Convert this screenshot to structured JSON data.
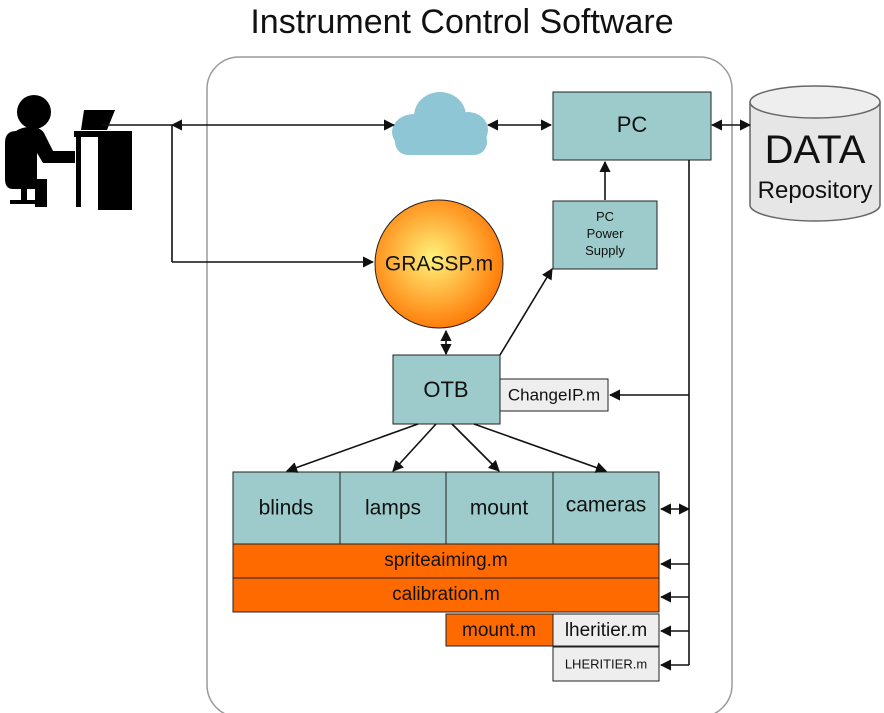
{
  "title": "Instrument Control Software",
  "nodes": {
    "pc": "PC",
    "pc_power_supply": [
      "PC",
      "Power",
      "Supply"
    ],
    "data_repository": {
      "line1": "DATA",
      "line2": "Repository"
    },
    "grassp": "GRASSP.m",
    "otb": "OTB",
    "changeip": "ChangeIP.m",
    "modules": [
      "blinds",
      "lamps",
      "mount",
      "cameras"
    ],
    "spriteaiming": "spriteaiming.m",
    "calibration": "calibration.m",
    "mount_m": "mount.m",
    "lheritier_m": "lheritier.m",
    "lheritier_upper_m": "LHERITIER.m"
  },
  "icons": {
    "user": "person-at-computer-icon",
    "cloud": "cloud-icon",
    "database": "database-cylinder-icon"
  },
  "colors": {
    "teal_box": "#9dcbcb",
    "orange_bar": "#ff6a00",
    "light_box": "#eeeeee",
    "sphere_center": "#fff27a",
    "sphere_edge": "#ff7300",
    "cloud": "#8ec6d6",
    "container_border": "#9a9a9a",
    "line": "#111111"
  }
}
